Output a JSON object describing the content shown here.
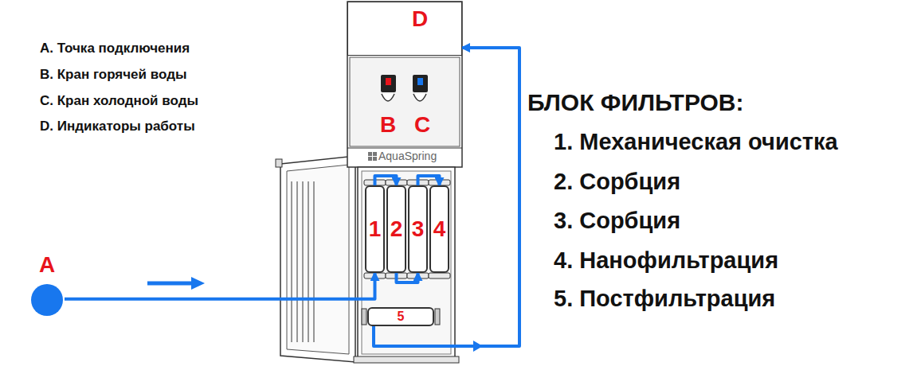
{
  "diagram": {
    "nodes": [
      {
        "text": [
          "A"
        ]
      },
      {
        "text": [
          "D"
        ]
      },
      {
        "text": [
          "1"
        ]
      },
      {
        "text": [
          "2"
        ]
      },
      {
        "text": [
          "3"
        ]
      },
      {
        "text": [
          "4"
        ]
      },
      {
        "text": [
          "5"
        ]
      }
    ],
    "edges": [
      {
        "from": 0,
        "to": 2,
        "arrow": "to"
      },
      {
        "from": 2,
        "to": 3,
        "arrow": "to"
      },
      {
        "from": 3,
        "to": 4,
        "arrow": "to"
      },
      {
        "from": 4,
        "to": 5,
        "arrow": "to"
      },
      {
        "from": 6,
        "to": 1,
        "arrow": "to"
      }
    ],
    "labels": [
      "A. Точка подключения",
      "B. Кран горячей воды",
      "C. Кран холодной воды",
      "D. Индикаторы работы",
      "БЛОК ФИЛЬТРОВ:",
      "1. Механическая очистка",
      "2. Сорбция",
      "3. Сорбция",
      "4. Нанофильтрация",
      "5. Постфильтрация",
      "B",
      "C",
      "AquaSpring"
    ]
  }
}
